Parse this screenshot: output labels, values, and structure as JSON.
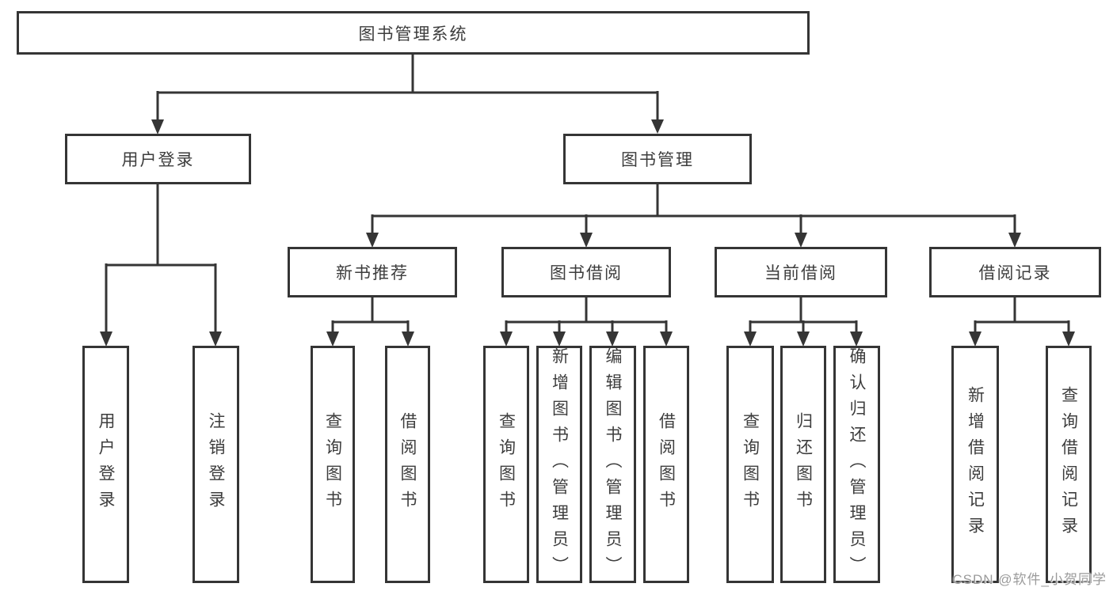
{
  "diagram": {
    "root": {
      "label": "图书管理系统"
    },
    "level2": [
      {
        "id": "user-login",
        "label": "用户登录"
      },
      {
        "id": "book-management",
        "label": "图书管理"
      }
    ],
    "level3": [
      {
        "id": "new-book-recommend",
        "label": "新书推荐"
      },
      {
        "id": "book-borrow",
        "label": "图书借阅"
      },
      {
        "id": "current-borrow",
        "label": "当前借阅"
      },
      {
        "id": "borrow-record",
        "label": "借阅记录"
      }
    ],
    "leaves": {
      "user_login": [
        "用户登录",
        "注销登录"
      ],
      "new_book_recommend": [
        "查询图书",
        "借阅图书"
      ],
      "book_borrow": [
        "查询图书",
        "新增图书（管理员）",
        "编辑图书（管理员）",
        "借阅图书"
      ],
      "current_borrow": [
        "查询图书",
        "归还图书",
        "确认归还（管理员）"
      ],
      "borrow_record": [
        "新增借阅记录",
        "查询借阅记录"
      ]
    }
  },
  "watermark": {
    "text": "CSDN @软件_小贺同学"
  },
  "colors": {
    "line": "#353535",
    "text": "#3d3d3d",
    "watermark": "#9b9b9b",
    "background": "#ffffff"
  }
}
